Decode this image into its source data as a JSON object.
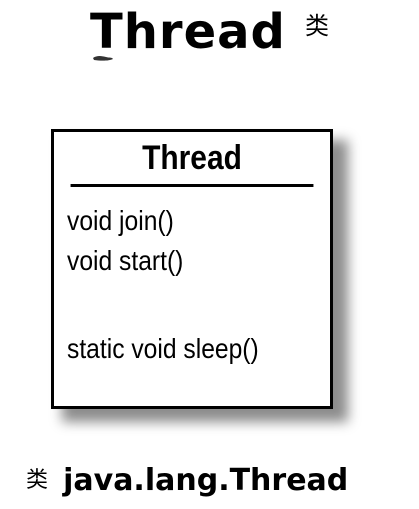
{
  "title": {
    "main": "Thread",
    "suffix": "类"
  },
  "uml_class": {
    "name": "Thread",
    "methods": [
      "void join()",
      "void start()",
      "static void sleep()"
    ]
  },
  "footer": {
    "prefix": "类",
    "class_name": "java.lang.Thread"
  }
}
